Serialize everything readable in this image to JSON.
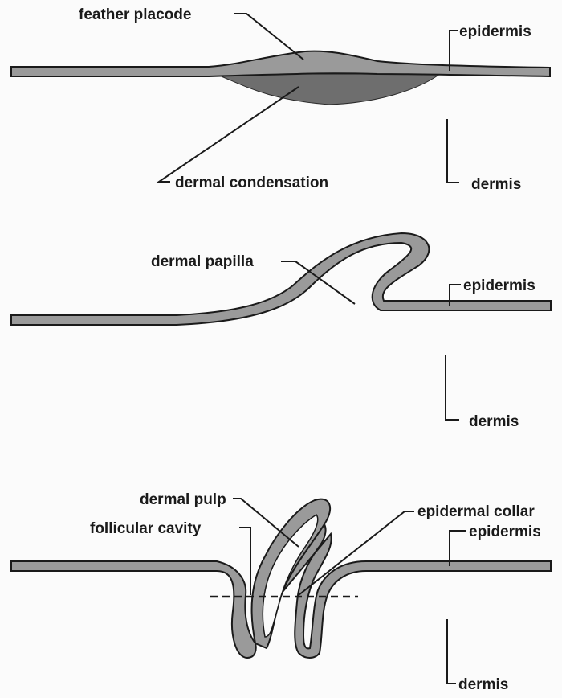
{
  "diagram": {
    "stage1": {
      "feather_placode": "feather placode",
      "epidermis": "epidermis",
      "dermal_condensation": "dermal condensation",
      "dermis": "dermis"
    },
    "stage2": {
      "dermal_papilla": "dermal papilla",
      "epidermis": "epidermis",
      "dermis": "dermis"
    },
    "stage3": {
      "dermal_pulp": "dermal pulp",
      "epidermal_collar": "epidermal collar",
      "follicular_cavity": "follicular cavity",
      "epidermis": "epidermis",
      "dermis": "dermis"
    }
  },
  "colors": {
    "epidermis_fill": "#9a9a9a",
    "condensation_fill": "#707070",
    "outline": "#1a1a1a"
  }
}
